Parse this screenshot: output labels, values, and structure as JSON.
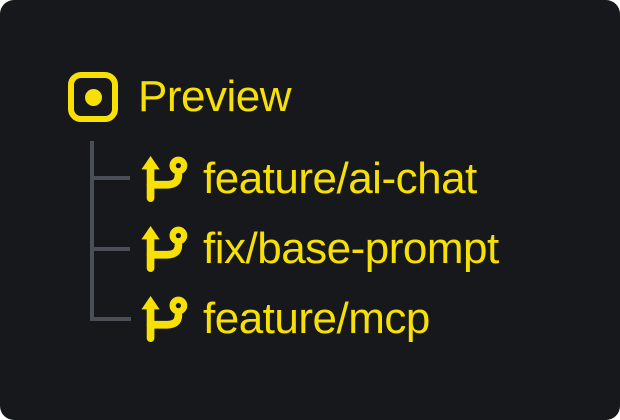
{
  "panel": {
    "background_color": "#17181c",
    "accent_color": "#f6e005",
    "tree_line_color": "#4a4f57"
  },
  "tree": {
    "root": {
      "label": "Preview",
      "icon": "preview-dot-square-icon"
    },
    "branches": [
      {
        "label": "feature/ai-chat",
        "icon": "git-branch-icon"
      },
      {
        "label": "fix/base-prompt",
        "icon": "git-branch-icon"
      },
      {
        "label": "feature/mcp",
        "icon": "git-branch-icon"
      }
    ]
  }
}
